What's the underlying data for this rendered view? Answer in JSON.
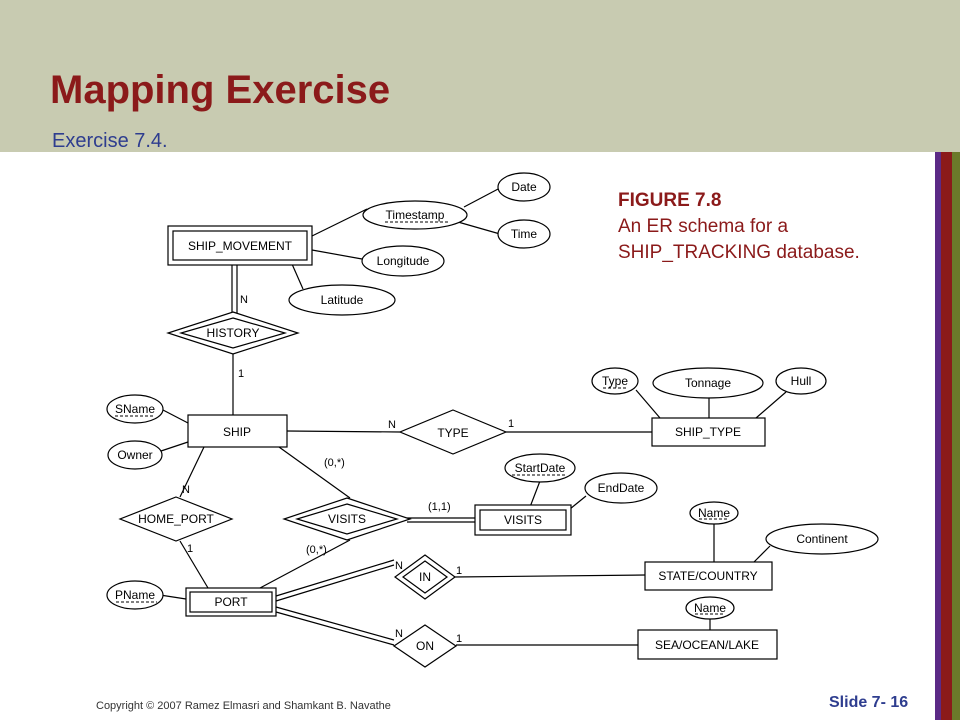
{
  "slide": {
    "title": "Mapping Exercise",
    "subtitle": "Exercise 7.4.",
    "copyright": "Copyright © 2007 Ramez Elmasri and Shamkant B. Navathe",
    "slide_number": "Slide 7- 16"
  },
  "caption": {
    "heading": "FIGURE 7.8",
    "body": "An ER schema for a SHIP_TRACKING database."
  },
  "colors": {
    "header_bg": "#c8cbb1",
    "title": "#8b1a1a",
    "subtitle": "#2e3d8f",
    "stripe_1": "#5b2a86",
    "stripe_2": "#8b1a1a",
    "stripe_3": "#6b7a2a"
  },
  "diagram": {
    "entities": {
      "ship_movement": "SHIP_MOVEMENT",
      "ship": "SHIP",
      "ship_type": "SHIP_TYPE",
      "port": "PORT",
      "state_country": "STATE/COUNTRY",
      "sea_ocean_lake": "SEA/OCEAN/LAKE",
      "visits": "VISITS"
    },
    "relationships": {
      "history": "HISTORY",
      "type": "TYPE",
      "home_port": "HOME_PORT",
      "visits": "VISITS",
      "in": "IN",
      "on": "ON"
    },
    "attributes": {
      "timestamp": "Timestamp",
      "date": "Date",
      "time": "Time",
      "longitude": "Longitude",
      "latitude": "Latitude",
      "sname": "SName",
      "owner": "Owner",
      "type": "Type",
      "tonnage": "Tonnage",
      "hull": "Hull",
      "startdate": "StartDate",
      "enddate": "EndDate",
      "pname": "PName",
      "state_name": "Name",
      "continent": "Continent",
      "sea_name": "Name"
    },
    "cardinalities": {
      "history_n": "N",
      "history_1": "1",
      "type_n": "N",
      "type_1": "1",
      "visits_ship": "(0,*)",
      "visits_visits": "(1,1)",
      "visits_port": "(0,*)",
      "homeport_n": "N",
      "homeport_1": "1",
      "in_n": "N",
      "in_1": "1",
      "on_n": "N",
      "on_1": "1"
    }
  }
}
